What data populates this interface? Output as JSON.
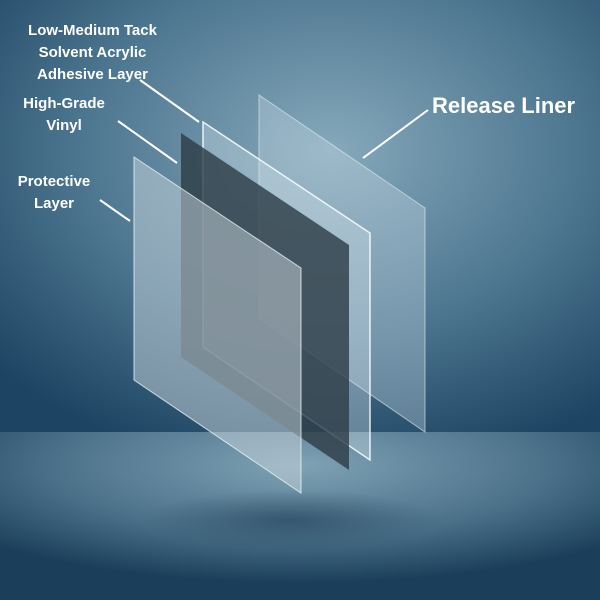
{
  "labels": {
    "adhesive": [
      "Low-Medium Tack",
      "Solvent Acrylic",
      "Adhesive Layer"
    ],
    "vinyl": [
      "High-Grade",
      "Vinyl"
    ],
    "protective": [
      "Protective",
      "Layer"
    ],
    "release": "Release Liner"
  },
  "colors": {
    "background_dark": "#1f4a68",
    "background_light": "#7fa4b8",
    "vinyl": "#2e3e48",
    "label": "#ffffff"
  }
}
